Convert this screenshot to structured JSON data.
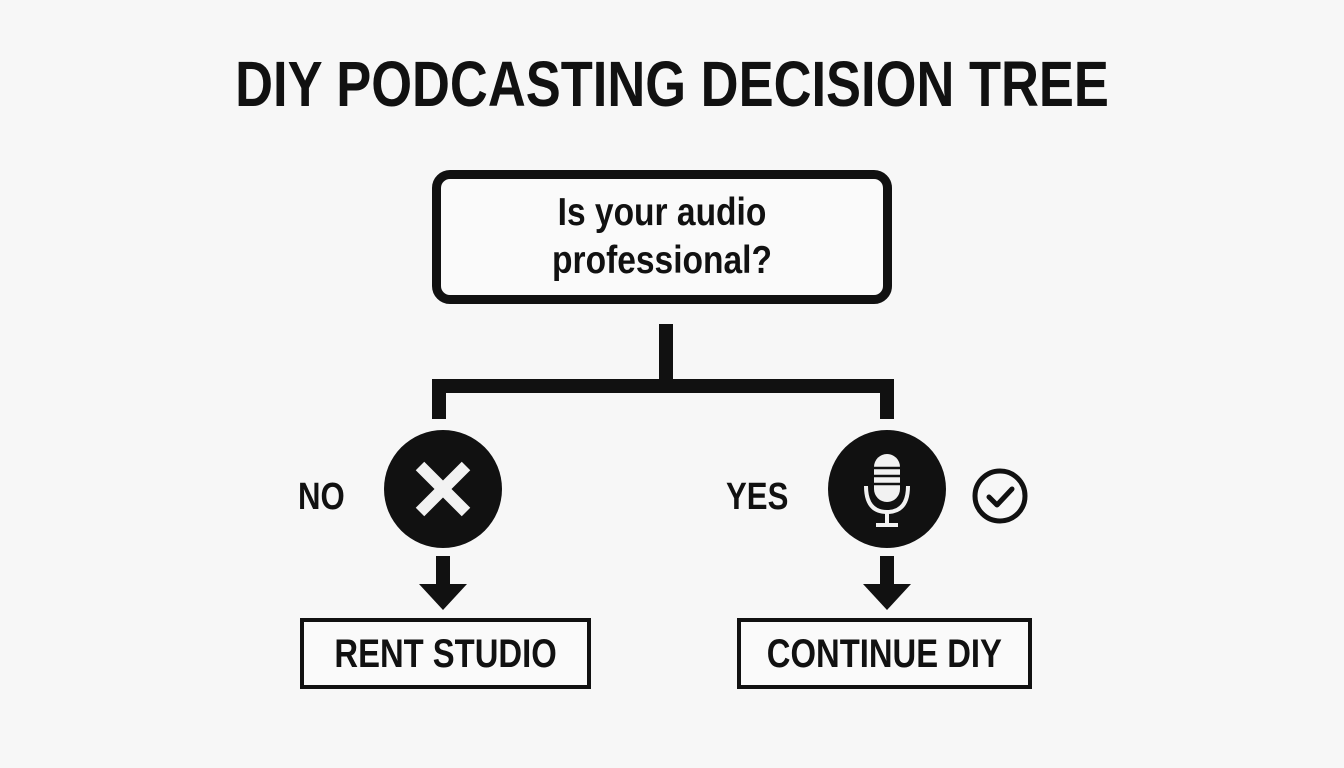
{
  "title": "DIY PODCASTING DECISION TREE",
  "question": "Is your audio professional?",
  "branches": {
    "no": {
      "label": "NO",
      "icon": "x-icon",
      "result": "RENT STUDIO"
    },
    "yes": {
      "label": "YES",
      "icon": "microphone-icon",
      "secondary_icon": "check-circle-icon",
      "result": "CONTINUE DIY"
    }
  },
  "colors": {
    "ink": "#111111",
    "background": "#f7f7f7"
  }
}
